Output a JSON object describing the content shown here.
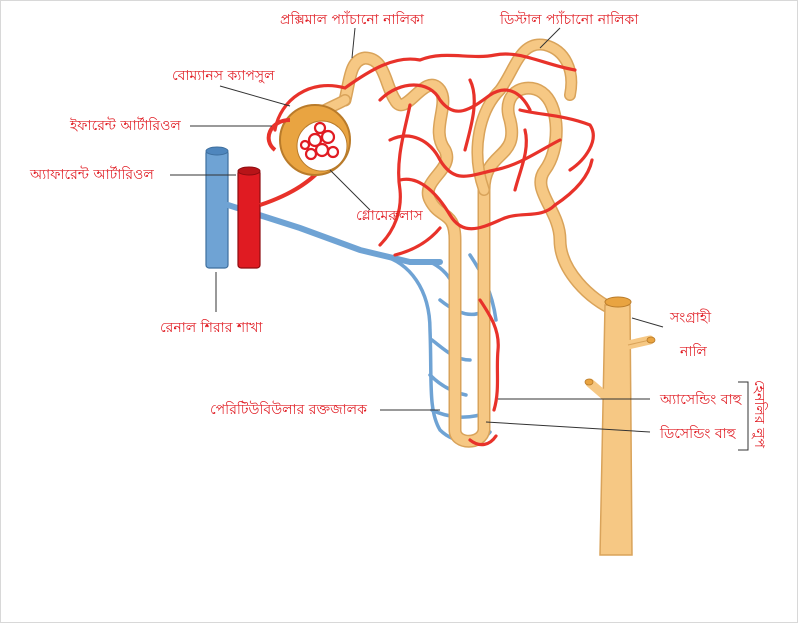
{
  "labels": {
    "proximal_tubule": "প্রক্সিমাল প্যাঁচানো নালিকা",
    "distal_tubule": "ডিস্টাল প্যাঁচানো নালিকা",
    "bowmans_capsule": "বোম্যানস ক্যাপসুল",
    "efferent_arteriole": "ইফারেন্ট আর্টারিওল",
    "afferent_arteriole": "অ্যাফারেন্ট আর্টারিওল",
    "glomerulus": "গ্লোমেরুলাস",
    "renal_vein_branch": "রেনাল শিরার শাখা",
    "collecting_duct_line1": "সংগ্রাহী",
    "collecting_duct_line2": "নালি",
    "peritubular_capillaries": "পেরিটিউবিউলার রক্তজালক",
    "ascending_limb": "অ্যাসেন্ডিং বাহু",
    "descending_limb": "ডিসেন্ডিং বাহু",
    "loop_of_henle": "হেনলির লুপ"
  },
  "colors": {
    "label": "#e01b22",
    "artery": "#e8322a",
    "vein": "#6fa3d4",
    "tubule": "#f6c884",
    "tubule_outline": "#d9a35a",
    "capsule": "#e9a441"
  }
}
